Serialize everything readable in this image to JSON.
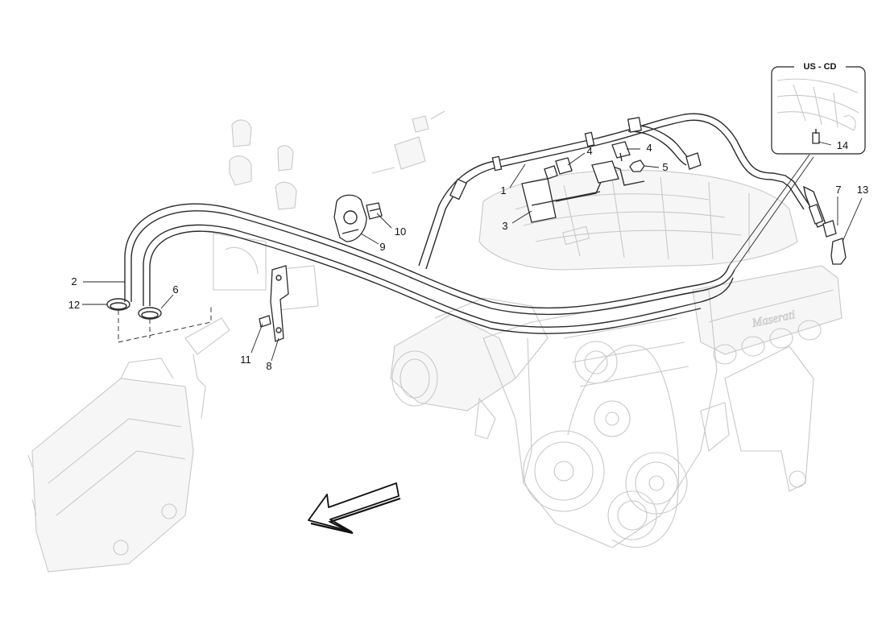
{
  "inset": {
    "title": "US - CD"
  },
  "logo_text": "Maserati",
  "callouts": {
    "c1": "1",
    "c2": "2",
    "c3": "3",
    "c4a": "4",
    "c4b": "4",
    "c5": "5",
    "c6": "6",
    "c7": "7",
    "c8": "8",
    "c9": "9",
    "c10": "10",
    "c11": "11",
    "c12": "12",
    "c13": "13",
    "c14": "14"
  },
  "colors": {
    "line": "#2a2a2a",
    "ghost": "#c8c8c8",
    "background": "#ffffff"
  },
  "icons": {
    "direction": "direction-arrow-icon"
  }
}
